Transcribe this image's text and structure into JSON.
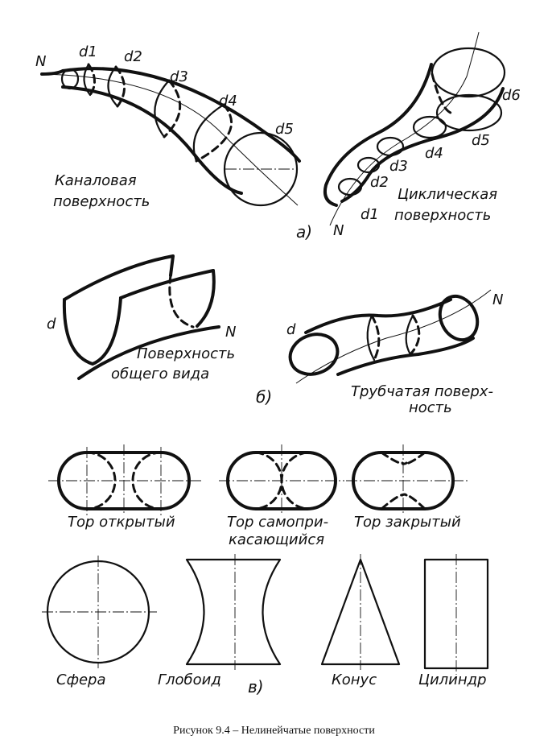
{
  "caption": "Рисунок 9.4 – Нелинейчатые поверхности",
  "panel_a": {
    "channel_label_1": "Каналовая",
    "channel_label_2": "поверхность",
    "cyclic_label_1": "Циклическая",
    "cyclic_label_2": "поверхность",
    "part_label": "а)",
    "axis_letter": "N",
    "sections_channel": [
      "d1",
      "d2",
      "d3",
      "d4",
      "d5"
    ],
    "sections_cyclic": [
      "d1",
      "d2",
      "d3",
      "d4",
      "d5",
      "d6"
    ]
  },
  "panel_b": {
    "general_label_1": "Поверхность",
    "general_label_2": "общего вида",
    "tubular_label_1": "Трубчатая поверх-",
    "tubular_label_2": "ность",
    "part_label": "б)",
    "axis_letter": "N",
    "curve_letter": "d"
  },
  "panel_c": {
    "torus_open": "Тор открытый",
    "torus_self_1": "Тор самопри-",
    "torus_self_2": "касающийся",
    "torus_closed": "Тор закрытый",
    "sphere": "Сфера",
    "globoid": "Глобоид",
    "cone": "Конус",
    "cylinder": "Цилиндр",
    "part_label": "в)"
  }
}
